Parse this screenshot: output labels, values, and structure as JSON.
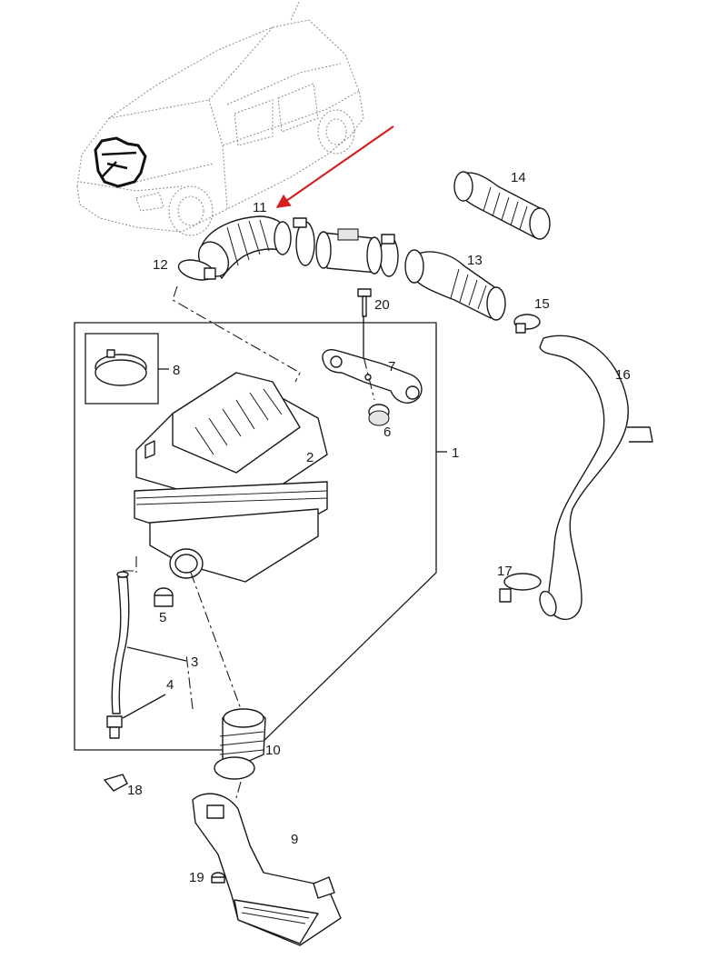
{
  "diagram": {
    "arrow_color": "#d42020",
    "line_color": "#1a1a1a",
    "callouts": {
      "p1": "1",
      "p2": "2",
      "p3": "3",
      "p4": "4",
      "p5": "5",
      "p6": "6",
      "p7": "7",
      "p8": "8",
      "p9": "9",
      "p10": "10",
      "p11": "11",
      "p12": "12",
      "p13": "13",
      "p14": "14",
      "p15": "15",
      "p16": "16",
      "p17": "17",
      "p18": "18",
      "p19": "19",
      "p20": "20"
    }
  }
}
